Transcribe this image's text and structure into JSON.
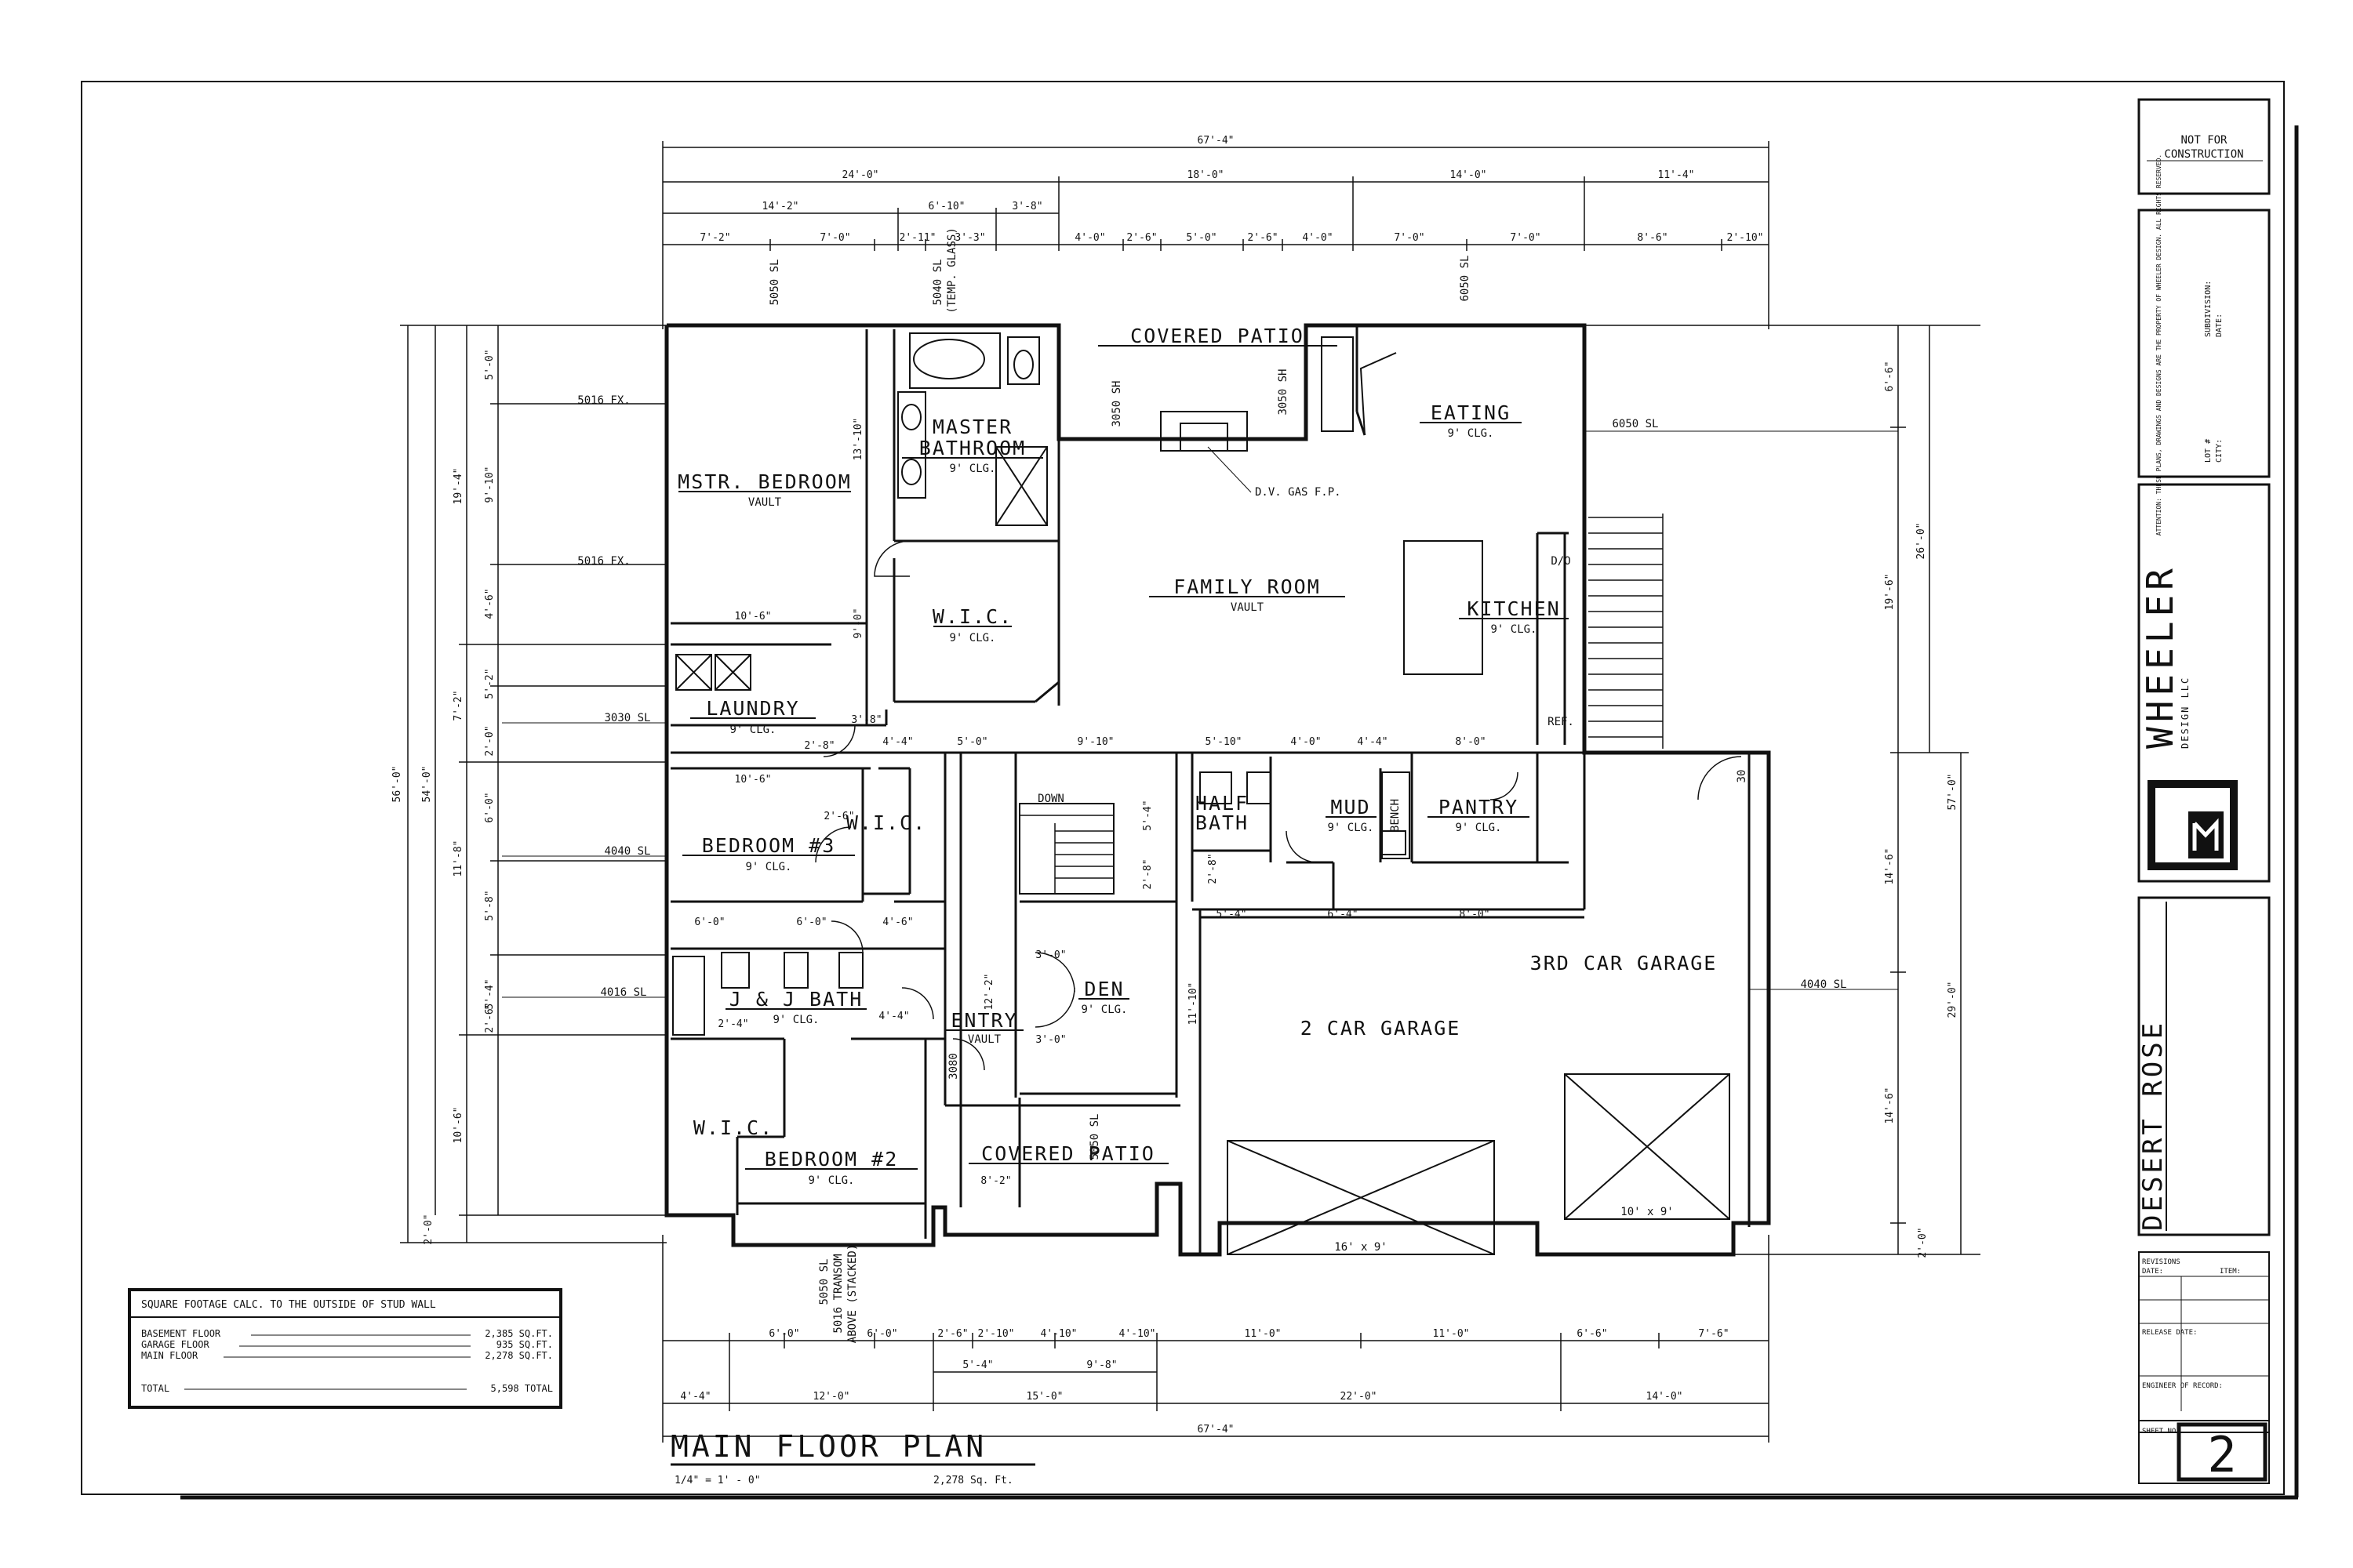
{
  "drawing": {
    "title": "MAIN FLOOR PLAN",
    "scale": "1/4\" = 1' - 0\"",
    "area": "2,278 Sq. Ft."
  },
  "footage_table": {
    "header": "SQUARE FOOTAGE CALC. TO THE OUTSIDE OF STUD WALL",
    "rows": [
      {
        "label": "BASEMENT FLOOR",
        "value": "2,385 SQ.FT."
      },
      {
        "label": "GARAGE FLOOR",
        "value": "935  SQ.FT."
      },
      {
        "label": "MAIN FLOOR",
        "value": "2,278 SQ.FT."
      }
    ],
    "total_label": "TOTAL",
    "total_value": "5,598 TOTAL"
  },
  "title_block": {
    "not_for_construction": [
      "NOT FOR",
      "CONSTRUCTION"
    ],
    "attention": "ATTENTION: THESE PLANS, DRAWINGS AND DESIGNS ARE THE PROPERTY OF WHEELER DESIGN. ALL RIGHTS RESERVED.",
    "lot_label": "LOT #",
    "city_label": "CITY:",
    "subdivision_label": "SUBDIVISION:",
    "date_label": "DATE:",
    "company": "WHEELER",
    "company_sub": "DESIGN LLC",
    "plan_name": "DESERT ROSE",
    "revisions_label": "REVISIONS",
    "date_col": "DATE:",
    "item_col": "ITEM:",
    "release_label": "RELEASE DATE:",
    "engineer_label": "ENGINEER OF RECORD:",
    "sheet_label": "SHEET NO:",
    "sheet_no": "2"
  },
  "rooms": {
    "mstr_bedroom": "MSTR. BEDROOM",
    "mstr_bedroom_sub": "VAULT",
    "master_bathroom_1": "MASTER",
    "master_bathroom_2": "BATHROOM",
    "master_bath_clg": "9' CLG.",
    "wic_master": "W.I.C.",
    "wic_master_clg": "9' CLG.",
    "covered_patio_rear": "COVERED PATIO",
    "family_room": "FAMILY ROOM",
    "family_room_sub": "VAULT",
    "eating": "EATING",
    "eating_clg": "9' CLG.",
    "kitchen": "KITCHEN",
    "kitchen_clg": "9' CLG.",
    "laundry": "LAUNDRY",
    "laundry_clg": "9' CLG.",
    "bedroom3": "BEDROOM #3",
    "bedroom3_clg": "9' CLG.",
    "wic_bed3": "W.I.C.",
    "jj_bath": "J & J BATH",
    "jj_bath_clg": "9' CLG.",
    "wic_bed2": "W.I.C.",
    "bedroom2": "BEDROOM #2",
    "bedroom2_clg": "9' CLG.",
    "entry": "ENTRY",
    "entry_sub": "VAULT",
    "den": "DEN",
    "den_clg": "9' CLG.",
    "covered_patio_front": "COVERED PATIO",
    "half_bath_1": "HALF",
    "half_bath_2": "BATH",
    "mud": "MUD",
    "mud_clg": "9' CLG.",
    "pantry": "PANTRY",
    "pantry_clg": "9' CLG.",
    "third_car_garage": "3RD CAR GARAGE",
    "two_car_garage": "2 CAR GARAGE",
    "down": "DOWN",
    "bench": "BENCH",
    "dw": "D/O",
    "ref": "REF.",
    "gas_fp": "D.V. GAS F.P.",
    "garage_door_big": "16' x 9'",
    "garage_door_small": "10' x 9'",
    "door_30": "30"
  },
  "window_labels": {
    "w5050a": "5050 SL",
    "w5040": "5040 SL",
    "w5040_b": "(TEMP. GLASS)",
    "w6050top": "6050 SL",
    "w3050a": "3050 SH",
    "w3050b": "3050 SH",
    "w6050right": "6050 SL",
    "w5016a": "5016 FX.",
    "w5016b": "5016 FX.",
    "w3030": "3030 SL",
    "w4040a": "4040 SL",
    "w4016": "4016 SL",
    "w4040b": "4040 SL",
    "w5050front": "5050 SL",
    "w5050bottom": "5050 SL",
    "transom_1": "5016 TRANSOM",
    "transom_2": "ABOVE (STACKED)",
    "d3080": "3080"
  },
  "dimensions": {
    "overall_top": "67'-4\"",
    "overall_bottom": "67'-4\"",
    "top_row1": [
      "24'-0\"",
      "18'-0\"",
      "14'-0\"",
      "11'-4\""
    ],
    "top_row2": [
      "14'-2\"",
      "6'-10\"",
      "3'-8\""
    ],
    "top_row3": [
      "7'-2\"",
      "7'-0\"",
      "2'-11\"",
      "3'-3\"",
      "4'-0\"",
      "2'-6\"",
      "5'-0\"",
      "2'-6\"",
      "4'-0\"",
      "7'-0\"",
      "7'-0\"",
      "8'-6\"",
      "2'-10\""
    ],
    "bottom_row1": [
      "6'-0\"",
      "6'-0\"",
      "2'-6\"",
      "2'-10\"",
      "4'-10\"",
      "4'-10\"",
      "11'-0\"",
      "11'-0\"",
      "6'-6\"",
      "7'-6\""
    ],
    "bottom_row2": [
      "5'-4\"",
      "9'-8\""
    ],
    "bottom_row3": [
      "4'-4\"",
      "12'-0\"",
      "15'-0\"",
      "22'-0\"",
      "14'-0\""
    ],
    "left_overall": [
      "56'-0\"",
      "54'-0\""
    ],
    "left_row": [
      "19'-4\"",
      "7'-2\"",
      "11'-8\"",
      "10'-6\"",
      "2'-0\""
    ],
    "left_small": [
      "5'-0\"",
      "9'-10\"",
      "4'-6\"",
      "5'-2\"",
      "2'-0\"",
      "6'-0\"",
      "5'-8\"",
      "5'-4\"",
      "2'-6\""
    ],
    "right_overall": [
      "26'-0\"",
      "57'-0\"",
      "29'-0\""
    ],
    "right_row": [
      "6'-6\"",
      "19'-6\"",
      "14'-6\"",
      "14'-6\"",
      "2'-0\""
    ],
    "interior": [
      "10'-6\"",
      "10'-6\"",
      "13'-10\"",
      "9'-0\"",
      "2'-8\"",
      "3'-8\"",
      "4'-4\"",
      "5'-0\"",
      "9'-10\"",
      "5'-10\"",
      "4'-0\"",
      "4'-4\"",
      "8'-0\"",
      "5'-4\"",
      "6'-4\"",
      "8'-0\"",
      "11'-10\"",
      "12'-2\"",
      "6'-0\"",
      "6'-0\"",
      "4'-6\"",
      "4'-4\"",
      "8'-2\"",
      "2'-6\"",
      "2'-8\"",
      "2'-4\"",
      "3'-0\"",
      "3'-0\"",
      "5'-4\"",
      "2'-8\""
    ]
  }
}
